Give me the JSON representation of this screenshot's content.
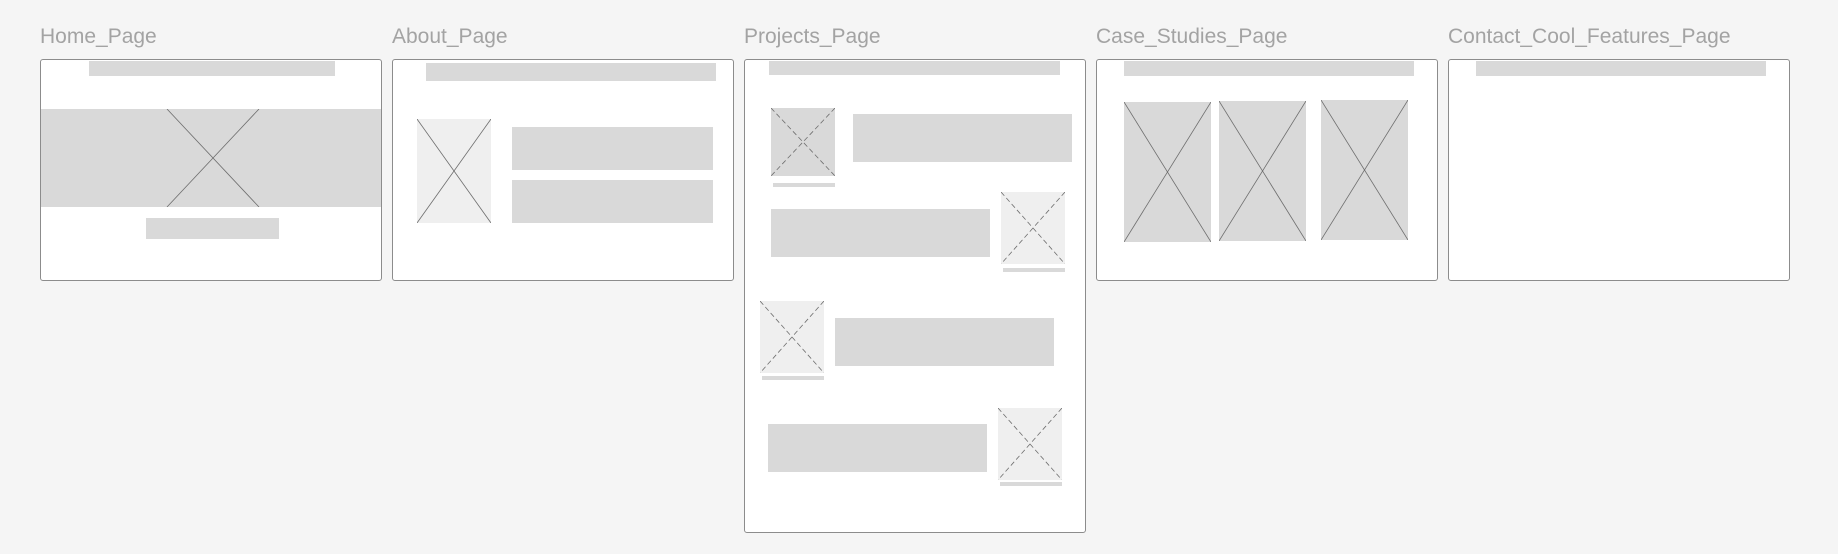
{
  "frames": [
    {
      "label": "Home_Page"
    },
    {
      "label": "About_Page"
    },
    {
      "label": "Projects_Page"
    },
    {
      "label": "Case_Studies_Page"
    },
    {
      "label": "Contact_Cool_Features_Page"
    }
  ],
  "colors": {
    "canvas": "#f5f5f5",
    "frame_fill": "#ffffff",
    "frame_border": "#8c8c8c",
    "placeholder": "#d9d9d9",
    "placeholder_light": "#efefef",
    "label": "#a3a3a3"
  }
}
